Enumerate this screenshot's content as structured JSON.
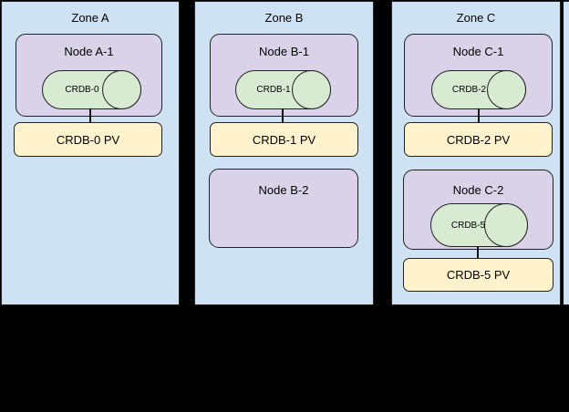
{
  "colors": {
    "canvas_background": "#000000",
    "zone_fill": "#cfe2f3",
    "node_fill": "#d9d2e9",
    "cylinder_fill": "#d9ead3",
    "pv_fill": "#fff2cc",
    "border": "#222222"
  },
  "zone_a": {
    "title": "Zone A",
    "node1_title": "Node A-1",
    "db1": "CRDB-0",
    "pv1": "CRDB-0 PV"
  },
  "zone_b": {
    "title": "Zone B",
    "node1_title": "Node B-1",
    "db1": "CRDB-1",
    "pv1": "CRDB-1 PV",
    "node2_title": "Node B-2"
  },
  "zone_c": {
    "title": "Zone C",
    "node1_title": "Node C-1",
    "db1": "CRDB-2",
    "pv1": "CRDB-2 PV",
    "node2_title": "Node C-2",
    "db2": "CRDB-5",
    "pv2": "CRDB-5 PV"
  }
}
